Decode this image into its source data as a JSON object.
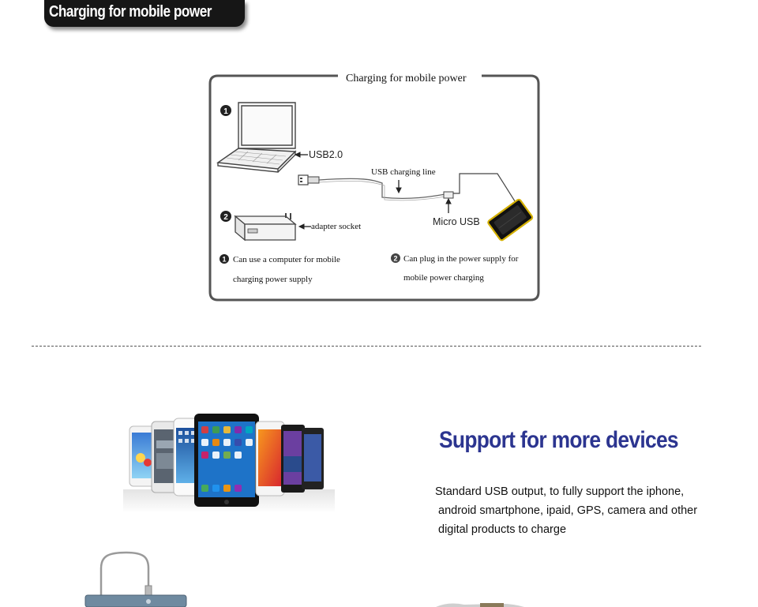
{
  "header": {
    "title": "Charging for mobile power"
  },
  "diagram": {
    "title": "Charging for mobile power",
    "usb2_label": "USB2.0",
    "usb_line_label": "USB charging line",
    "micro_usb_label": "Micro USB",
    "adapter_label": "adapter socket",
    "step1_number": "1",
    "step2_number": "2",
    "step1_line1": "Can use a computer for mobile",
    "step1_line2": "charging power supply",
    "step2_line1": "Can plug in the power supply for",
    "step2_line2": "mobile power charging"
  },
  "support": {
    "title": "Support for more devices",
    "desc_line1": "Standard USB output, to fully support the iphone,",
    "desc_line2": "android smartphone, ipaid, GPS, camera and other",
    "desc_line3": "digital products to charge"
  },
  "colors": {
    "header_bg": "#161616",
    "support_title": "#2c3590",
    "powerbank_yellow": "#e8c400"
  }
}
